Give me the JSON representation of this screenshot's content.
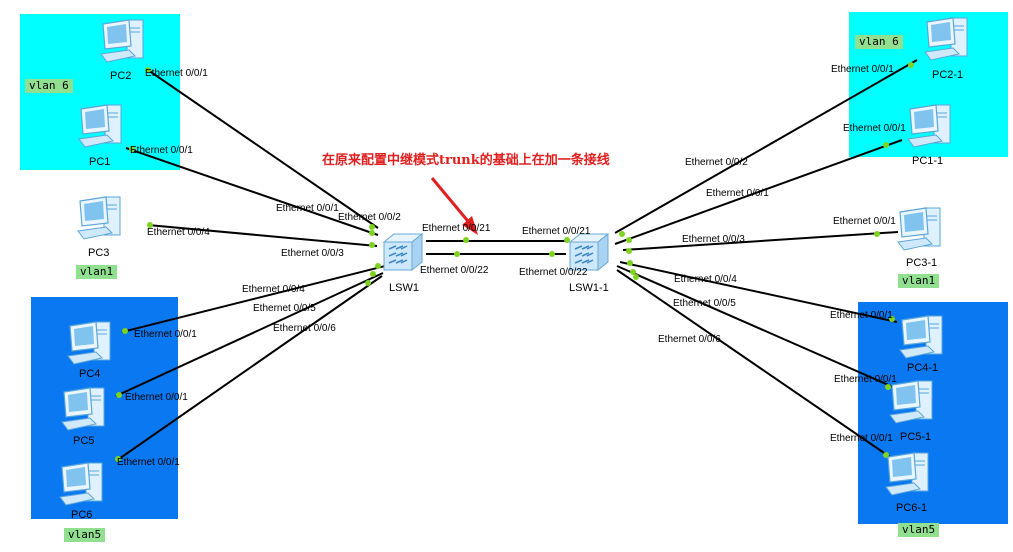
{
  "colors": {
    "zone_cyan": "#00ffff",
    "zone_blue": "#0a78f0",
    "vlan_tag_bg": "#90e090",
    "port_dot": "#7ed321",
    "note_color": "#e02020"
  },
  "annotation": "在原来配置中继模式trunk的基础上在加一条接线",
  "switches": [
    {
      "id": "LSW1",
      "label": "LSW1"
    },
    {
      "id": "LSW1-1",
      "label": "LSW1-1"
    }
  ],
  "pcs": [
    {
      "id": "PC2",
      "label": "PC2",
      "port": "Ethernet 0/0/1"
    },
    {
      "id": "PC1",
      "label": "PC1",
      "port": "Ethernet 0/0/1"
    },
    {
      "id": "PC3",
      "label": "PC3",
      "port": "Ethernet 0/0/4"
    },
    {
      "id": "PC4",
      "label": "PC4",
      "port": "Ethernet 0/0/1"
    },
    {
      "id": "PC5",
      "label": "PC5",
      "port": "Ethernet 0/0/1"
    },
    {
      "id": "PC6",
      "label": "PC6",
      "port": "Ethernet 0/0/1"
    },
    {
      "id": "PC2-1",
      "label": "PC2-1",
      "port": "Ethernet 0/0/1"
    },
    {
      "id": "PC1-1",
      "label": "PC1-1",
      "port": "Ethernet 0/0/1"
    },
    {
      "id": "PC3-1",
      "label": "PC3-1",
      "port": "Ethernet 0/0/1"
    },
    {
      "id": "PC4-1",
      "label": "PC4-1",
      "port": "Ethernet 0/0/1"
    },
    {
      "id": "PC5-1",
      "label": "PC5-1",
      "port": "Ethernet 0/0/1"
    },
    {
      "id": "PC6-1",
      "label": "PC6-1",
      "port": "Ethernet 0/0/1"
    }
  ],
  "switch_ports": {
    "lsw1": [
      "Ethernet 0/0/1",
      "Ethernet 0/0/2",
      "Ethernet 0/0/3",
      "Ethernet 0/0/4",
      "Ethernet 0/0/5",
      "Ethernet 0/0/6",
      "Ethernet 0/0/21",
      "Ethernet 0/0/22"
    ],
    "lsw1_1": [
      "Ethernet 0/0/2",
      "Ethernet 0/0/1",
      "Ethernet 0/0/3",
      "Ethernet 0/0/4",
      "Ethernet 0/0/5",
      "Ethernet 0/0/6",
      "Ethernet 0/0/21",
      "Ethernet 0/0/22"
    ]
  },
  "vlan_tags": [
    "vlan 6",
    "vlan1",
    "vlan5",
    "vlan 6",
    "vlan1",
    "vlan5"
  ]
}
